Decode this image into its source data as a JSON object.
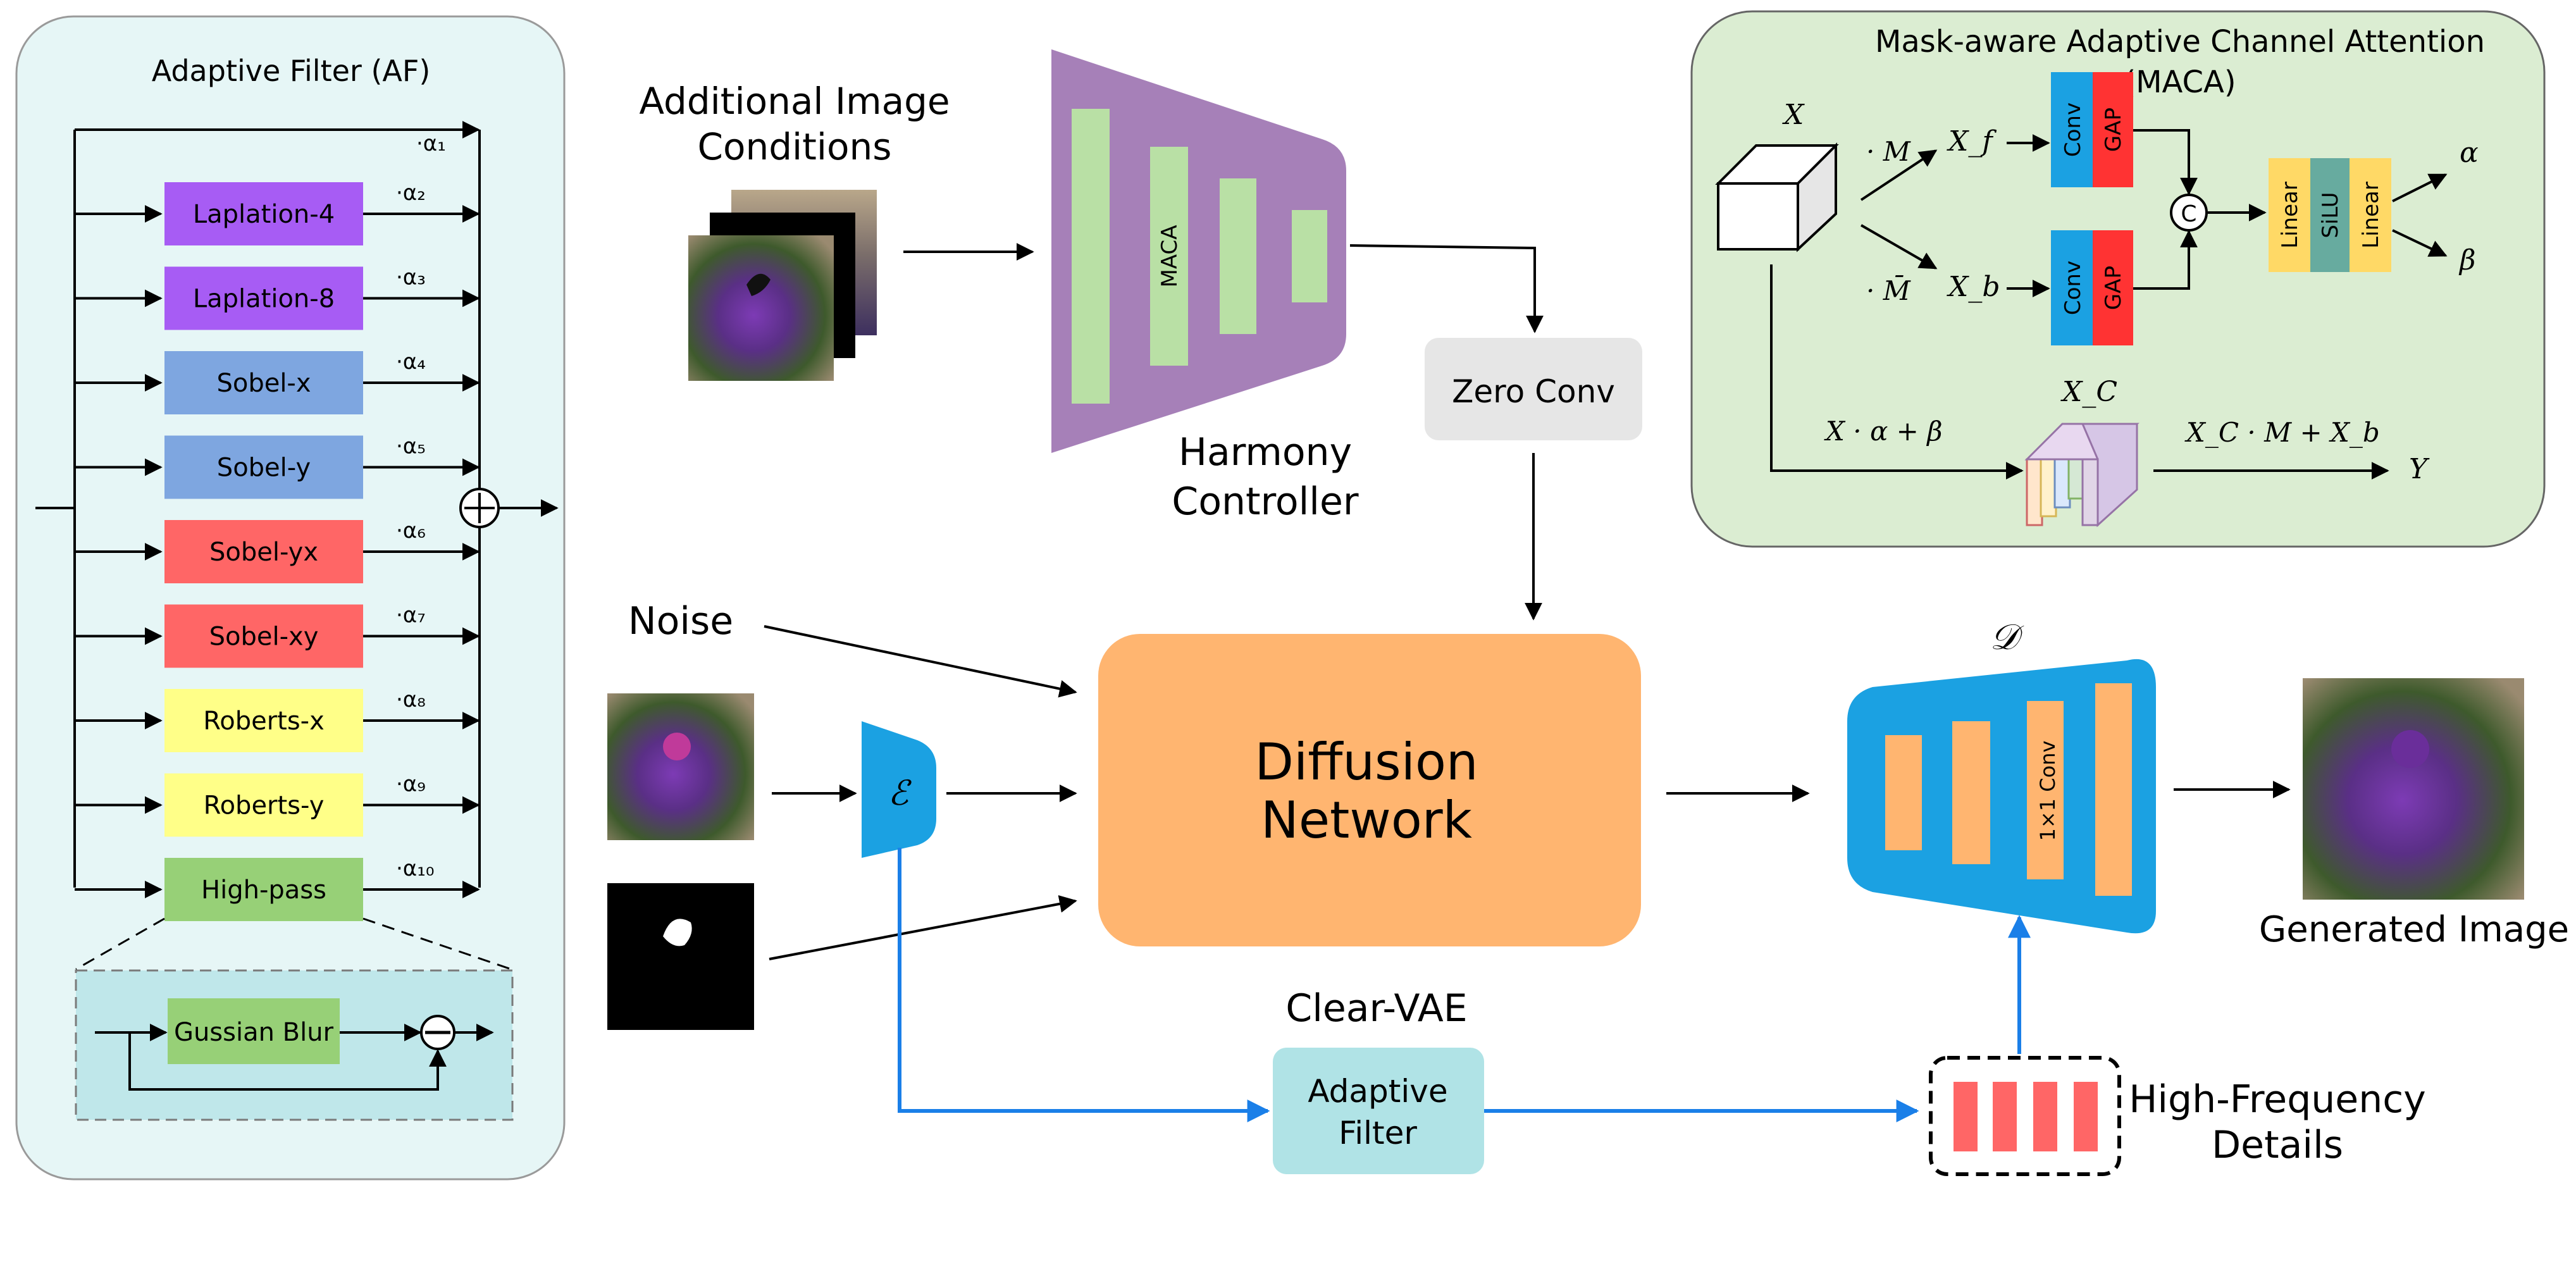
{
  "af_panel": {
    "title": "Adaptive Filter (AF)",
    "filters": [
      {
        "label": "Laplation-4",
        "alpha": "·α₂",
        "color": "#a75cf4"
      },
      {
        "label": "Laplation-8",
        "alpha": "·α₃",
        "color": "#a75cf4"
      },
      {
        "label": "Sobel-x",
        "alpha": "·α₄",
        "color": "#7ea6e0"
      },
      {
        "label": "Sobel-y",
        "alpha": "·α₅",
        "color": "#7ea6e0"
      },
      {
        "label": "Sobel-yx",
        "alpha": "·α₆",
        "color": "#ff6666"
      },
      {
        "label": "Sobel-xy",
        "alpha": "·α₇",
        "color": "#ff6666"
      },
      {
        "label": "Roberts-x",
        "alpha": "·α₈",
        "color": "#ffff88"
      },
      {
        "label": "Roberts-y",
        "alpha": "·α₉",
        "color": "#ffff88"
      },
      {
        "label": "High-pass",
        "alpha": "·α₁₀",
        "color": "#97d077"
      }
    ],
    "identity_alpha": "·α₁",
    "blur_label": "Gussian Blur",
    "colors": {
      "panel_bg": "#e6f6f6",
      "inset_bg": "#bfe7ea",
      "blur": "#97d077"
    }
  },
  "harmony": {
    "additional_conditions": "Additional Image\nConditions",
    "controller_label": "Harmony\nController",
    "maca_tag": "MACA",
    "zero_conv": "Zero Conv",
    "colors": {
      "controller": "#a680b8",
      "bars": "#b9e0a5"
    }
  },
  "maca": {
    "title": "Mask-aware Adaptive Channel Attention\n(MACA)",
    "x_label": "X",
    "mask_label": "· M",
    "inv_mask_label": "· M̄",
    "xf_label": "X_f",
    "xb_label": "X_b",
    "conv_label": "Conv",
    "gap_label": "GAP",
    "concat_label": "C",
    "linear_label": "Linear",
    "silu_label": "SiLU",
    "alpha_label": "α",
    "beta_label": "β",
    "xc_label": "X_C",
    "modulate_label": "X · α + β",
    "output_expr": "X_C · M + X_b",
    "y_label": "Y",
    "colors": {
      "panel_bg": "#dbedd2",
      "conv": "#1ba1e2",
      "gap": "#ff3333",
      "linear": "#ffd966",
      "silu": "#67ab9f"
    }
  },
  "main": {
    "noise_label": "Noise",
    "encoder_label": "ℰ",
    "diffusion_label": "Diffusion\nNetwork",
    "decoder_label": "𝒟",
    "decoder_tag": "1×1 Conv",
    "clear_vae": "Clear-VAE",
    "adaptive_filter": "Adaptive\nFilter",
    "hf_label": "High-Frequency\nDetails",
    "generated_label": "Generated Image",
    "colors": {
      "diffusion": "#ffb570",
      "decoder": "#1ba1e2",
      "decoder_bars": "#ffb570",
      "af_box": "#b0e3e6",
      "blue_flow": "#1a7fe8",
      "hf_bars": "#ff6666"
    }
  }
}
